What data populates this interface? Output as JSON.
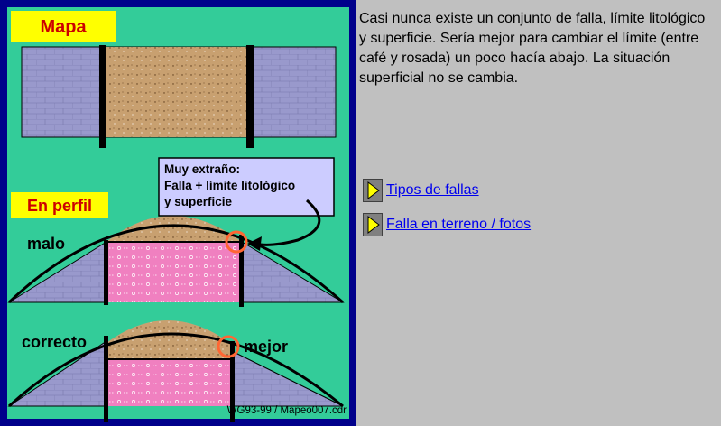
{
  "figure": {
    "label_mapa": "Mapa",
    "label_en_perfil": "En perfil",
    "label_malo": "malo",
    "label_correcto": "correcto",
    "label_mejor": "mejor",
    "callout_line1": "Muy extraño:",
    "callout_line2": "Falla + límite litológico",
    "callout_line3": "y superficie",
    "credit": "WG93-99 / Mapeo007.cdr",
    "colors": {
      "frame": "#00008b",
      "background": "#33cc99",
      "soil": "#c8a070",
      "gray_rock": "#9999cc",
      "pink_rock": "#f080c0",
      "label_yellow": "#ffff00",
      "callout_bg": "#ccccff",
      "highlight_circle": "#ff6633"
    }
  },
  "description": "Casi nunca existe un conjunto de falla, límite litológico y superficie. Sería mejor para cambiar el límite (entre café y rosada) un poco hacía abajo. La situación superficial no se cambia.",
  "links": [
    {
      "label": "Tipos de fallas",
      "icon": "play-arrow-icon"
    },
    {
      "label": "Falla en terreno / fotos",
      "icon": "play-arrow-icon"
    }
  ]
}
